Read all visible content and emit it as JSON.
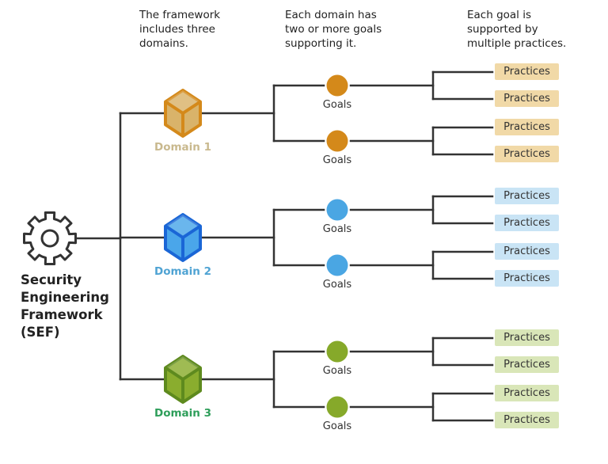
{
  "headers": [
    {
      "text": "The framework\nincludes three\ndomains."
    },
    {
      "text": "Each domain has\ntwo or more goals\nsupporting it."
    },
    {
      "text": "Each goal is\nsupported by\nmultiple practices."
    }
  ],
  "root": {
    "label": "Security\nEngineering\nFramework\n(SEF)",
    "icon": "gear-icon"
  },
  "domains": [
    {
      "label": "Domain 1",
      "icon": "cube-icon",
      "colors": {
        "label": "#c9b98e",
        "cube_fill": "#d9b36a",
        "cube_stroke": "#d4891a",
        "goal": "#d4891a",
        "practice_bg": "#f1d9a7"
      },
      "goals": [
        {
          "label": "Goals",
          "practices": [
            "Practices",
            "Practices"
          ]
        },
        {
          "label": "Goals",
          "practices": [
            "Practices",
            "Practices"
          ]
        }
      ]
    },
    {
      "label": "Domain 2",
      "icon": "cube-icon",
      "colors": {
        "label": "#4fa3d3",
        "cube_fill": "#4aa6ea",
        "cube_stroke": "#1a66d6",
        "goal": "#4aa6e3",
        "practice_bg": "#c9e4f5"
      },
      "goals": [
        {
          "label": "Goals",
          "practices": [
            "Practices",
            "Practices"
          ]
        },
        {
          "label": "Goals",
          "practices": [
            "Practices",
            "Practices"
          ]
        }
      ]
    },
    {
      "label": "Domain 3",
      "icon": "cube-icon",
      "colors": {
        "label": "#2e9e5a",
        "cube_fill": "#8aad2e",
        "cube_stroke": "#5e8a1e",
        "goal": "#86a92a",
        "practice_bg": "#d9e6b8"
      },
      "goals": [
        {
          "label": "Goals",
          "practices": [
            "Practices",
            "Practices"
          ]
        },
        {
          "label": "Goals",
          "practices": [
            "Practices",
            "Practices"
          ]
        }
      ]
    }
  ],
  "line_color": "#333333"
}
